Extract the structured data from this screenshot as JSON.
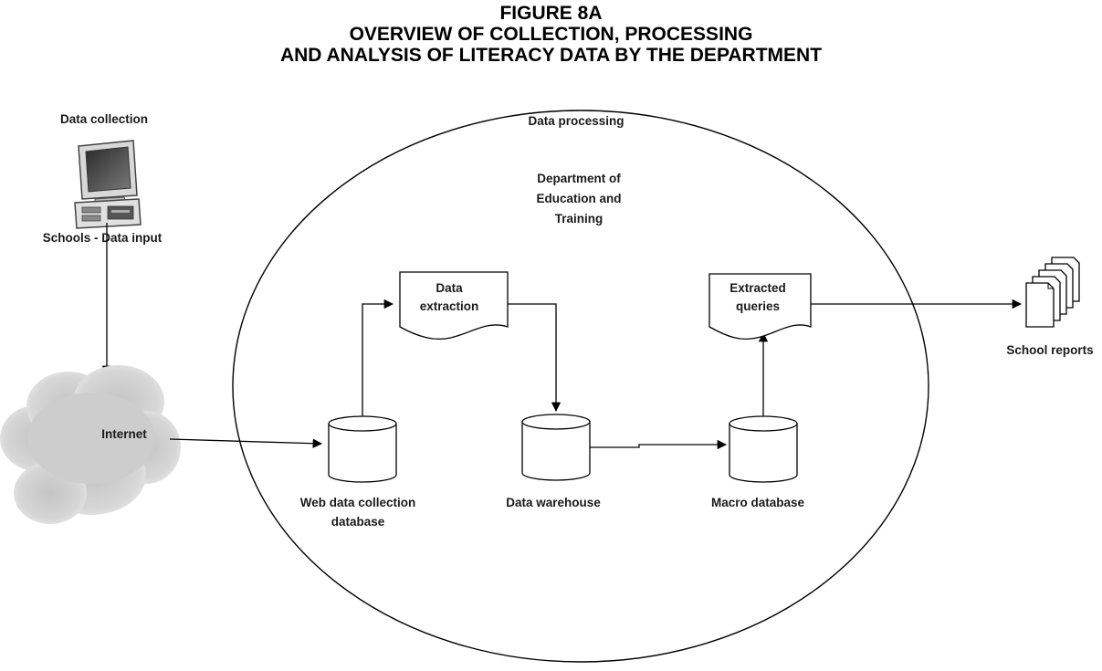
{
  "figure": {
    "label": "FIGURE 8A",
    "title_line1": "OVERVIEW OF COLLECTION, PROCESSING",
    "title_line2": "AND ANALYSIS OF LITERACY DATA BY THE DEPARTMENT"
  },
  "sections": {
    "collection": "Data collection",
    "processing": "Data processing"
  },
  "nodes": {
    "schools": "Schools - Data input",
    "internet": "Internet",
    "department": [
      "Department of",
      "Education and",
      "Training"
    ],
    "web_db": [
      "Web data collection",
      "database"
    ],
    "extraction": [
      "Data",
      "extraction"
    ],
    "warehouse": "Data warehouse",
    "macro_db": "Macro database",
    "queries": [
      "Extracted",
      "queries"
    ],
    "reports": "School reports"
  },
  "icons": {
    "computer": "desktop-computer-icon",
    "cloud": "cloud-icon",
    "database": "database-cylinder-icon",
    "document": "document-icon",
    "reports": "multiple-documents-icon"
  }
}
